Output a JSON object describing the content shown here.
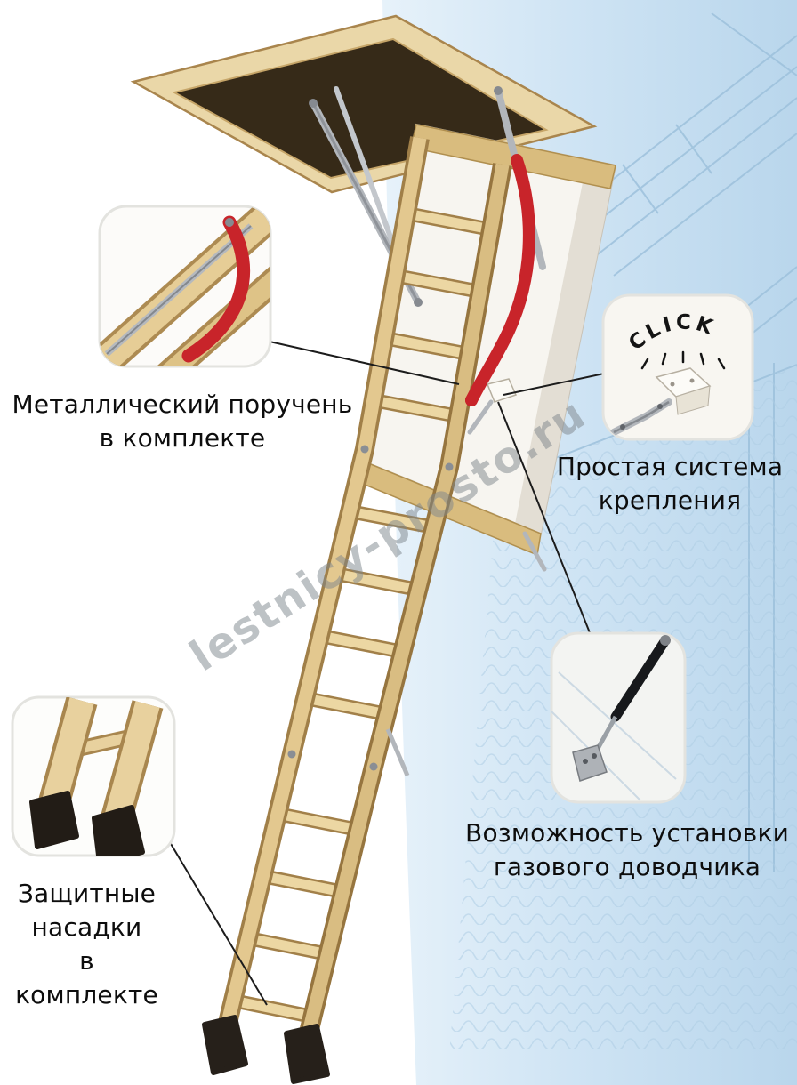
{
  "annotations": {
    "handrail": {
      "line1": "Металлический поручень",
      "line2": "в комплекте"
    },
    "mounting": {
      "line1": "Простая система",
      "line2": "крепления"
    },
    "gas": {
      "line1": "Возможность установки",
      "line2": "газового доводчика"
    },
    "feet": {
      "line1": "Защитные",
      "line2": "насадки",
      "line3": "в комплекте"
    },
    "click_label": "CLICK"
  },
  "watermark": {
    "text": "lestnicy-prosto.ru"
  },
  "colors": {
    "accent_red": "#c8242a",
    "wood_light": "#e6cd96",
    "wood_dark": "#a8864e",
    "blueprint_line": "#9dc1dc",
    "background_blue": "#cfe4f4",
    "foot_cap": "#241e18"
  }
}
